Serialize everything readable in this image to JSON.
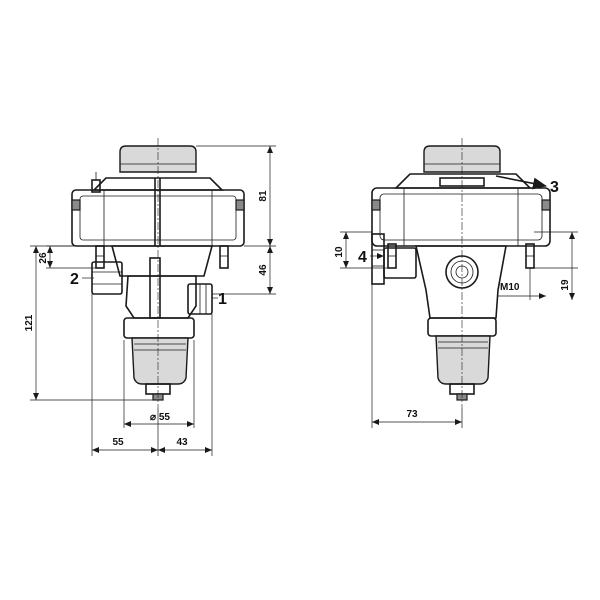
{
  "left_view": {
    "dimensions": {
      "height_top": "81",
      "height_mid": "46",
      "height_small": "26",
      "height_total": "121",
      "diameter": "⌀ 55",
      "width_left": "55",
      "width_right": "43"
    },
    "callouts": {
      "port_2": "2",
      "port_1": "1"
    }
  },
  "right_view": {
    "dimensions": {
      "height_10": "10",
      "height_19": "19",
      "thread": "M10",
      "width_73": "73"
    },
    "callouts": {
      "port_4": "4",
      "port_3": "3"
    }
  }
}
